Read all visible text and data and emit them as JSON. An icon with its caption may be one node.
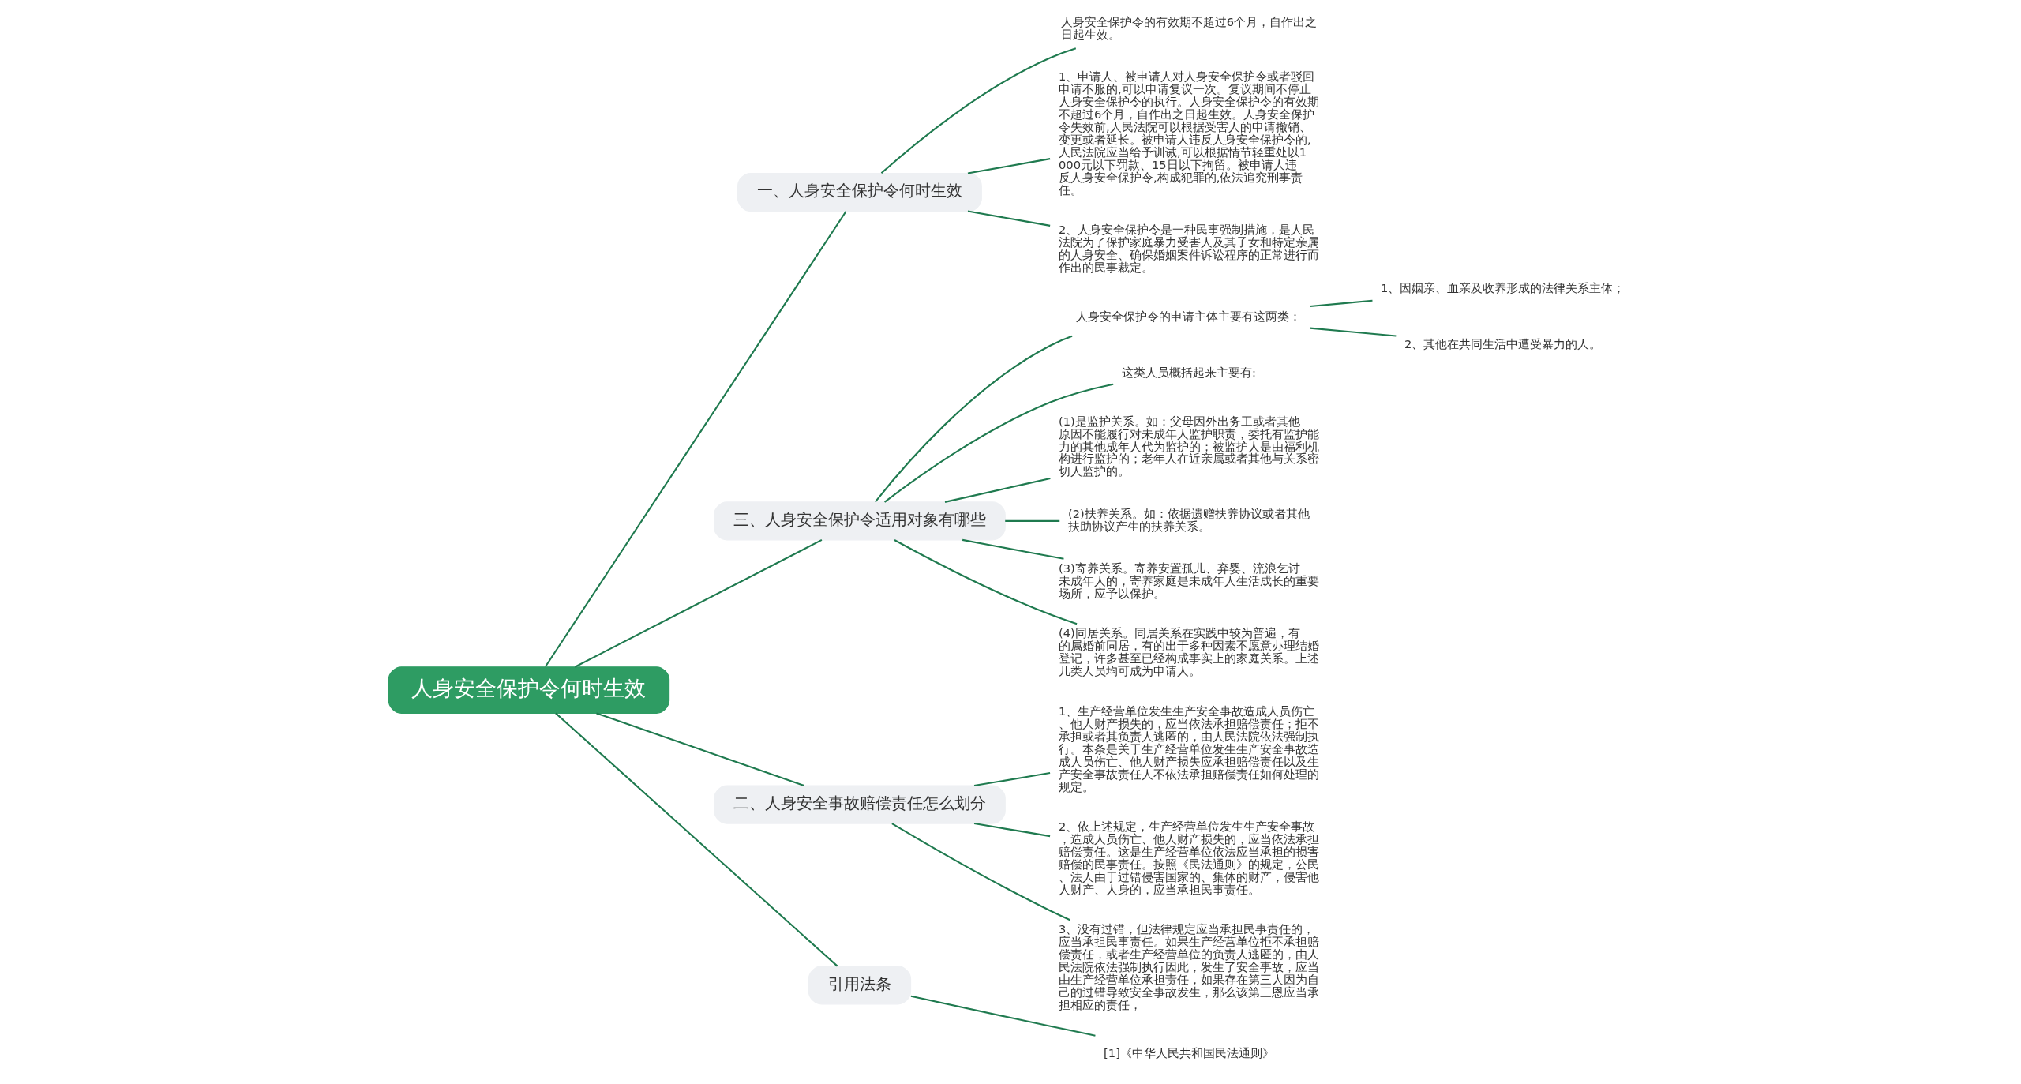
{
  "diagram": {
    "nodes": [
      {
        "text": [
          "人身安全保护令何时生效"
        ]
      },
      {
        "text": [
          "一、人身安全保护令何时生效"
        ]
      },
      {
        "text": [
          "人身安全保护令的有效期不超过6个月，自作出之日起生效。"
        ]
      },
      {
        "text": [
          "1、申请人、被申请人对人身安全保护令或者驳回申请不服的,可以申请复议一次。复议期间不停止人身安全保护令的执行。人身安全保护令的有效期不超过6个月，自作出之日起生效。人身安全保护令失效前,人民法院可以根据受害人的申请撤销、变更或者延长。被申请人违反人身安全保护令的,人民法院应当给予训诫,可以根据情节轻重处以1000元以下罚款、15日以下拘留。被申请人违反人身安全保护令,构成犯罪的,依法追究刑事责任。"
        ]
      },
      {
        "text": [
          "2、人身安全保护令是一种民事强制措施，是人民法院为了保护家庭暴力受害人及其子女和特定亲属的人身安全、确保婚姻案件诉讼程序的正常进行而作出的民事裁定。"
        ]
      },
      {
        "text": [
          "三、人身安全保护令适用对象有哪些"
        ]
      },
      {
        "text": [
          "人身安全保护令的申请主体主要有这两类："
        ]
      },
      {
        "text": [
          "1、因姻亲、血亲及收养形成的法律关系主体；"
        ]
      },
      {
        "text": [
          "2、其他在共同生活中遭受暴力的人。"
        ]
      },
      {
        "text": [
          "这类人员概括起来主要有:"
        ]
      },
      {
        "text": [
          "(1)是监护关系。如：父母因外出务工或者其他原因不能履行对未成年人监护职责，委托有监护能力的其他成年人代为监护的；被监护人是由福利机构进行监护的；老年人在近亲属或者其他与关系密切人监护的。"
        ]
      },
      {
        "text": [
          "(2)扶养关系。如：依据遗赠扶养协议或者其他扶助协议产生的扶养关系。"
        ]
      },
      {
        "text": [
          "(3)寄养关系。寄养安置孤儿、弃婴、流浪乞讨未成年人的，寄养家庭是未成年人生活成长的重要场所，应予以保护。"
        ]
      },
      {
        "text": [
          "(4)同居关系。同居关系在实践中较为普遍，有的属婚前同居，有的出于多种因素不愿意办理结婚登记，许多甚至已经构成事实上的家庭关系。上述几类人员均可成为申请人。"
        ]
      },
      {
        "text": [
          "二、人身安全事故赔偿责任怎么划分"
        ]
      },
      {
        "text": [
          "1、生产经营单位发生生产安全事故造成人员伤亡、他人财产损失的，应当依法承担赔偿责任；拒不承担或者其负责人逃匿的，由人民法院依法强制执行。本条是关于生产经营单位发生生产安全事故造成人员伤亡、他人财产损失应承担赔偿责任以及生产安全事故责任人不依法承担赔偿责任如何处理的规定。"
        ]
      },
      {
        "text": [
          "2、依上述规定，生产经营单位发生生产安全事故，造成人员伤亡、他人财产损失的，应当依法承担赔偿责任。这是生产经营单位依法应当承担的损害赔偿的民事责任。按照《民法通则》的规定，公民、法人由于过错侵害国家的、集体的财产，侵害他人财产、人身的，应当承担民事责任。"
        ]
      },
      {
        "text": [
          "3、没有过错，但法律规定应当承担民事责任的，应当承担民事责任。如果生产经营单位拒不承担赔偿责任，或者生产经营单位的负责人逃匿的，由人民法院依法强制执行因此，发生了安全事故，应当由生产经营单位承担责任，如果存在第三人因为自己的过错导致安全事故发生，那么该第三恩应当承担相应的责任，"
        ]
      },
      {
        "text": [
          "引用法条"
        ]
      },
      {
        "text": [
          "[1]《中华人民共和国民法通则》"
        ]
      }
    ],
    "edges": [
      {
        "from": 0,
        "to": 1,
        "arrow": "none"
      },
      {
        "from": 1,
        "to": 2,
        "arrow": "none"
      },
      {
        "from": 1,
        "to": 3,
        "arrow": "none"
      },
      {
        "from": 1,
        "to": 4,
        "arrow": "none"
      },
      {
        "from": 0,
        "to": 5,
        "arrow": "none"
      },
      {
        "from": 5,
        "to": 6,
        "arrow": "none"
      },
      {
        "from": 6,
        "to": 7,
        "arrow": "none"
      },
      {
        "from": 6,
        "to": 8,
        "arrow": "none"
      },
      {
        "from": 5,
        "to": 9,
        "arrow": "none"
      },
      {
        "from": 5,
        "to": 10,
        "arrow": "none"
      },
      {
        "from": 5,
        "to": 11,
        "arrow": "none"
      },
      {
        "from": 5,
        "to": 12,
        "arrow": "none"
      },
      {
        "from": 5,
        "to": 13,
        "arrow": "none"
      },
      {
        "from": 0,
        "to": 14,
        "arrow": "none"
      },
      {
        "from": 14,
        "to": 15,
        "arrow": "none"
      },
      {
        "from": 14,
        "to": 16,
        "arrow": "none"
      },
      {
        "from": 14,
        "to": 17,
        "arrow": "none"
      },
      {
        "from": 0,
        "to": 18,
        "arrow": "none"
      },
      {
        "from": 18,
        "to": 19,
        "arrow": "none"
      }
    ]
  }
}
